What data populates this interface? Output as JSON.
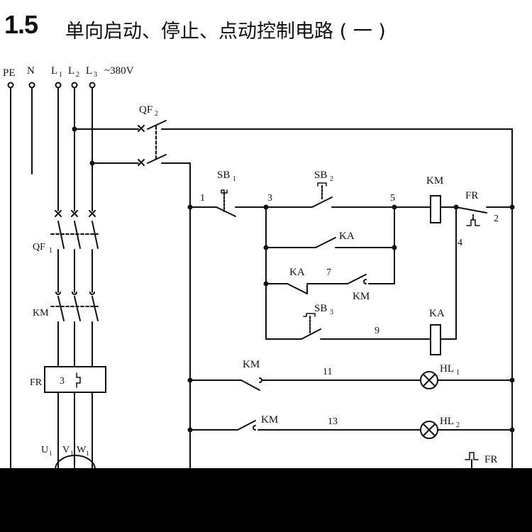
{
  "header": {
    "number": "1.5",
    "title": "单向启动、停止、点动控制电路 ( 一 )"
  },
  "diagram": {
    "supply": [
      "PE",
      "N",
      "L",
      "L",
      "L"
    ],
    "supply_subs": [
      "1",
      "2",
      "3"
    ],
    "voltage": "~380V",
    "qf2": "QF",
    "qf2_sub": "2",
    "qf1": "QF",
    "qf1_sub": "1",
    "km_main": "KM",
    "fr_main": "FR",
    "fr_box_num": "3",
    "motor_u": "U",
    "motor_v": "V",
    "motor_w": "W",
    "motor_sub": "1",
    "sb1": "SB",
    "sb1_sub": "1",
    "sb2": "SB",
    "sb2_sub": "2",
    "sb3": "SB",
    "sb3_sub": "3",
    "km_coil": "KM",
    "ka_coil": "KA",
    "fr_contact": "FR",
    "ka_contact1": "KA",
    "ka_contact2": "KA",
    "km_contact_row7": "KM",
    "km_contact_row11": "KM",
    "km_contact_row13": "KM",
    "hl1": "HL",
    "hl1_sub": "1",
    "hl2": "HL",
    "hl2_sub": "2",
    "fr_bottom": "FR",
    "nodes": [
      "1",
      "2",
      "3",
      "4",
      "5",
      "7",
      "9",
      "11",
      "13"
    ]
  },
  "colors": {
    "line": "#111111",
    "background": "#ffffff",
    "bottom_bar": "#000000"
  }
}
